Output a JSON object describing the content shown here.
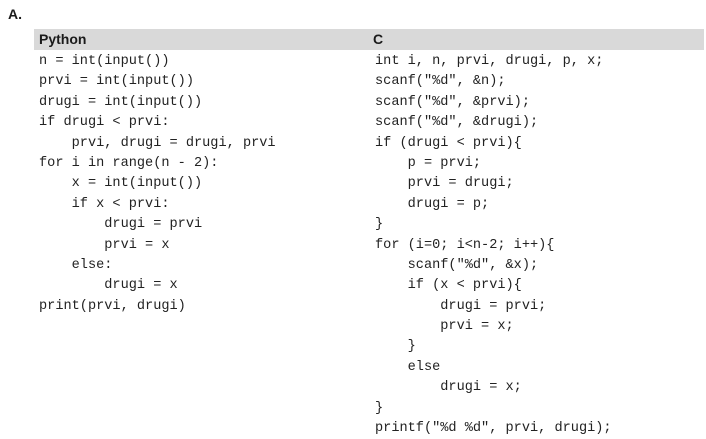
{
  "panel_label": "A.",
  "python": {
    "heading": "Python",
    "lines": [
      "n = int(input())",
      "prvi = int(input())",
      "drugi = int(input())",
      "if drugi < prvi:",
      "    prvi, drugi = drugi, prvi",
      "for i in range(n - 2):",
      "    x = int(input())",
      "    if x < prvi:",
      "        drugi = prvi",
      "        prvi = x",
      "    else:",
      "        drugi = x",
      "print(prvi, drugi)"
    ]
  },
  "c": {
    "heading": "C",
    "lines": [
      "int i, n, prvi, drugi, p, x;",
      "scanf(\"%d\", &n);",
      "scanf(\"%d\", &prvi);",
      "scanf(\"%d\", &drugi);",
      "if (drugi < prvi){",
      "    p = prvi;",
      "    prvi = drugi;",
      "    drugi = p;",
      "}",
      "for (i=0; i<n-2; i++){",
      "    scanf(\"%d\", &x);",
      "    if (x < prvi){",
      "        drugi = prvi;",
      "        prvi = x;",
      "    }",
      "    else",
      "        drugi = x;",
      "}",
      "printf(\"%d %d\", prvi, drugi);"
    ]
  }
}
